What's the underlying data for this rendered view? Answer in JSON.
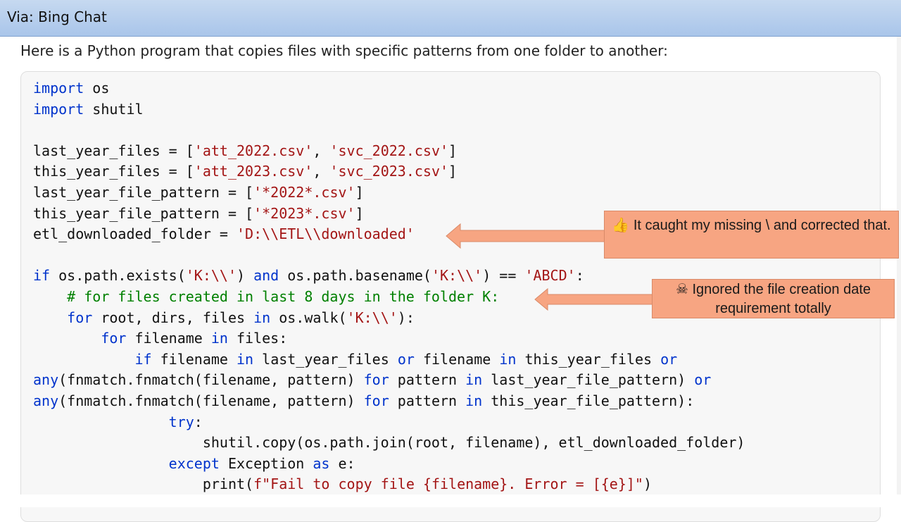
{
  "header": {
    "title": "Via: Bing Chat"
  },
  "intro": "Here is a Python program that copies files with specific patterns from one folder to another:",
  "code": {
    "l1a": "import",
    "l1b": " os",
    "l2a": "import",
    "l2b": " shutil",
    "l4a": "last_year_files = [",
    "l4b": "'att_2022.csv'",
    "l4c": ", ",
    "l4d": "'svc_2022.csv'",
    "l4e": "]",
    "l5a": "this_year_files = [",
    "l5b": "'att_2023.csv'",
    "l5c": ", ",
    "l5d": "'svc_2023.csv'",
    "l5e": "]",
    "l6a": "last_year_file_pattern = [",
    "l6b": "'*2022*.csv'",
    "l6c": "]",
    "l7a": "this_year_file_pattern = [",
    "l7b": "'*2023*.csv'",
    "l7c": "]",
    "l8a": "etl_downloaded_folder = ",
    "l8b": "'D:\\\\ETL\\\\downloaded'",
    "l10a": "if",
    "l10b": " os.path.exists(",
    "l10c": "'K:\\\\'",
    "l10d": ") ",
    "l10e": "and",
    "l10f": " os.path.basename(",
    "l10g": "'K:\\\\'",
    "l10h": ") == ",
    "l10i": "'ABCD'",
    "l10j": ":",
    "l11": "    # for files created in last 8 days in the folder K:",
    "l12a": "    ",
    "l12b": "for",
    "l12c": " root, dirs, files ",
    "l12d": "in",
    "l12e": " os.walk(",
    "l12f": "'K:\\\\'",
    "l12g": "):",
    "l13a": "        ",
    "l13b": "for",
    "l13c": " filename ",
    "l13d": "in",
    "l13e": " files:",
    "l14a": "            ",
    "l14b": "if",
    "l14c": " filename ",
    "l14d": "in",
    "l14e": " last_year_files ",
    "l14f": "or",
    "l14g": " filename ",
    "l14h": "in",
    "l14i": " this_year_files ",
    "l14j": "or",
    "l15a": "any",
    "l15b": "(fnmatch.fnmatch(filename, pattern) ",
    "l15c": "for",
    "l15d": " pattern ",
    "l15e": "in",
    "l15f": " last_year_file_pattern) ",
    "l15g": "or",
    "l16a": "any",
    "l16b": "(fnmatch.fnmatch(filename, pattern) ",
    "l16c": "for",
    "l16d": " pattern ",
    "l16e": "in",
    "l16f": " this_year_file_pattern):",
    "l17a": "                ",
    "l17b": "try",
    "l17c": ":",
    "l18": "                    shutil.copy(os.path.join(root, filename), etl_downloaded_folder)",
    "l19a": "                ",
    "l19b": "except",
    "l19c": " Exception ",
    "l19d": "as",
    "l19e": " e:",
    "l20a": "                    print(",
    "l20b": "f\"Fail to copy file {filename}. Error = [{e}]\"",
    "l20c": ")"
  },
  "callouts": [
    {
      "icon": "👍",
      "icon_name": "thumbs-up-icon",
      "text": " It caught my missing \\ and corrected that."
    },
    {
      "icon": "☠",
      "icon_name": "skull-crossbones-icon",
      "text": " Ignored the file creation date requirement totally"
    }
  ],
  "colors": {
    "keyword": "#0033cc",
    "string": "#a31515",
    "comment": "#008000",
    "callout": "#f7a582",
    "header": "#b8cfee"
  }
}
